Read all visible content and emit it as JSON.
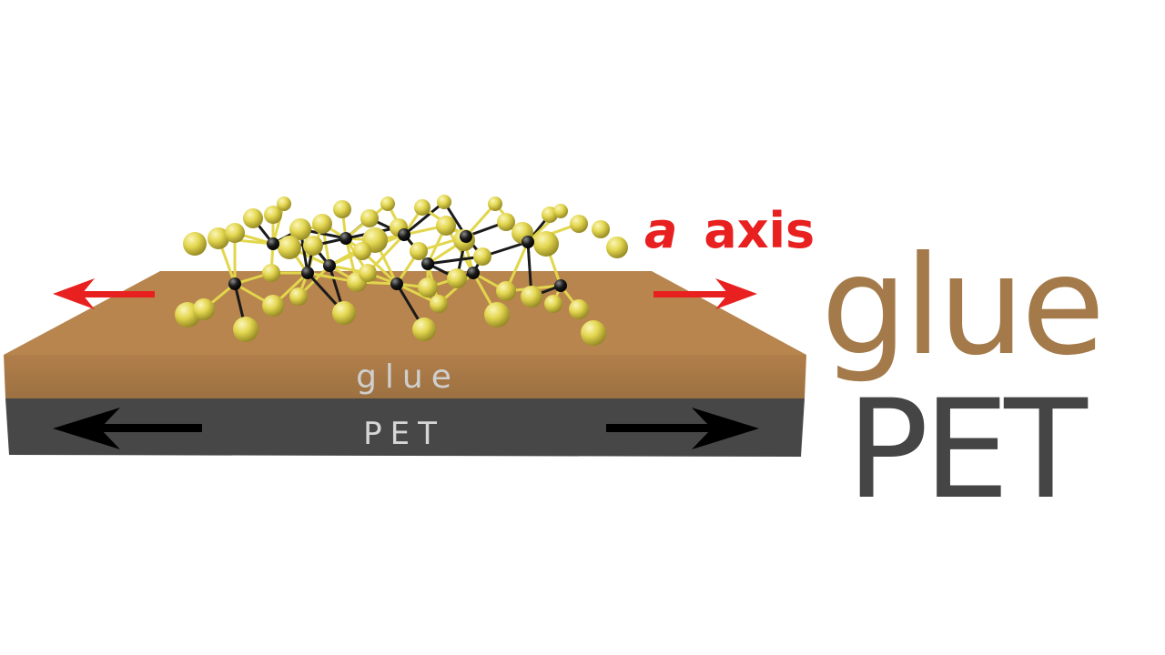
{
  "layers": {
    "glue_label": "glue",
    "pet_label": "PET"
  },
  "axis": {
    "letter": "a",
    "word": "axis"
  },
  "legend": {
    "glue": "glue",
    "pet": "PET"
  },
  "colors": {
    "glue_top": "#b8854e",
    "glue_front": "#a47a4a",
    "pet": "#474747",
    "axis_arrow": "#e8201f",
    "strain_arrow": "#000000",
    "sulfur_atom": "#e0d54a",
    "metal_atom": "#1a1a1a"
  }
}
